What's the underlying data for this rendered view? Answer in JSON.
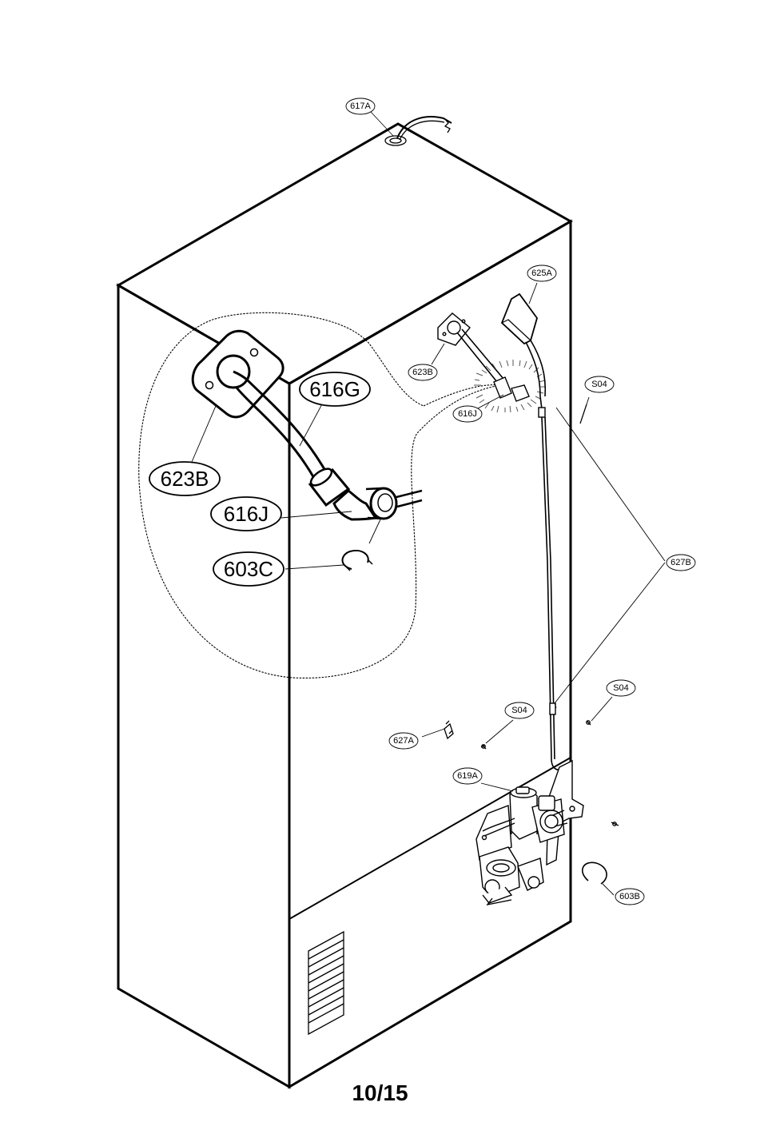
{
  "page": {
    "number": "10/15"
  },
  "colors": {
    "line": "#000000",
    "background": "#ffffff",
    "halo": "#555555"
  },
  "labels": {
    "617A": "617A",
    "625A": "625A",
    "623B_small": "623B",
    "616J_small": "616J",
    "S04_top": "S04",
    "627B": "627B",
    "S04_mid": "S04",
    "S04_left": "S04",
    "627A": "627A",
    "619A": "619A",
    "603B": "603B",
    "616G_large": "616G",
    "623B_large": "623B",
    "616J_large": "616J",
    "603C_large": "603C"
  }
}
